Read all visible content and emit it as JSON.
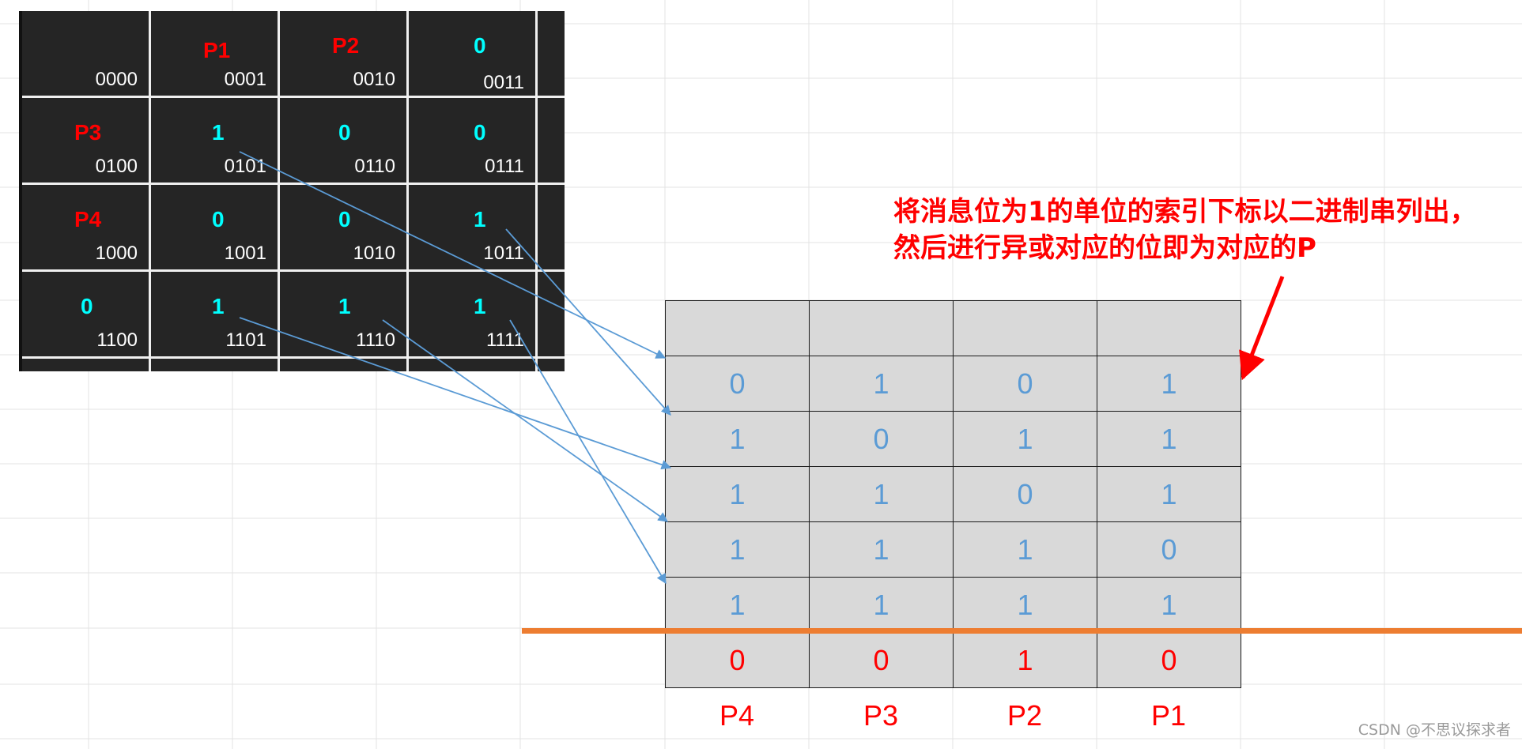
{
  "hamming_grid": [
    [
      {
        "value": "",
        "index": "0000",
        "kind": "empty"
      },
      {
        "value": "P1",
        "index": "0001",
        "kind": "parity"
      },
      {
        "value": "P2",
        "index": "0010",
        "kind": "parity"
      },
      {
        "value": "0",
        "index": "0011",
        "kind": "data"
      }
    ],
    [
      {
        "value": "P3",
        "index": "0100",
        "kind": "parity"
      },
      {
        "value": "1",
        "index": "0101",
        "kind": "data"
      },
      {
        "value": "0",
        "index": "0110",
        "kind": "data"
      },
      {
        "value": "0",
        "index": "0111",
        "kind": "data"
      }
    ],
    [
      {
        "value": "P4",
        "index": "1000",
        "kind": "parity"
      },
      {
        "value": "0",
        "index": "1001",
        "kind": "data"
      },
      {
        "value": "0",
        "index": "1010",
        "kind": "data"
      },
      {
        "value": "1",
        "index": "1011",
        "kind": "data"
      }
    ],
    [
      {
        "value": "0",
        "index": "1100",
        "kind": "data"
      },
      {
        "value": "1",
        "index": "1101",
        "kind": "data"
      },
      {
        "value": "1",
        "index": "1110",
        "kind": "data"
      },
      {
        "value": "1",
        "index": "1111",
        "kind": "data"
      }
    ]
  ],
  "xor_table": {
    "rows": [
      [
        "",
        "",
        "",
        ""
      ],
      [
        "0",
        "1",
        "0",
        "1"
      ],
      [
        "1",
        "0",
        "1",
        "1"
      ],
      [
        "1",
        "1",
        "0",
        "1"
      ],
      [
        "1",
        "1",
        "1",
        "0"
      ],
      [
        "1",
        "1",
        "1",
        "1"
      ]
    ],
    "result": [
      "0",
      "0",
      "1",
      "0"
    ],
    "labels": [
      "P4",
      "P3",
      "P2",
      "P1"
    ]
  },
  "note": {
    "line1": "将消息位为1的单位的索引下标以二进制串列出，",
    "line2": "然后进行异或对应的位即为对应的P"
  },
  "watermark": "CSDN @不思议探求者",
  "colors": {
    "parity": "#ff0000",
    "data_bit": "#00ffff",
    "table_value": "#5b9bd5",
    "result": "#ff0000",
    "arrow": "#5b9bd5",
    "divider": "#ed7d31"
  }
}
